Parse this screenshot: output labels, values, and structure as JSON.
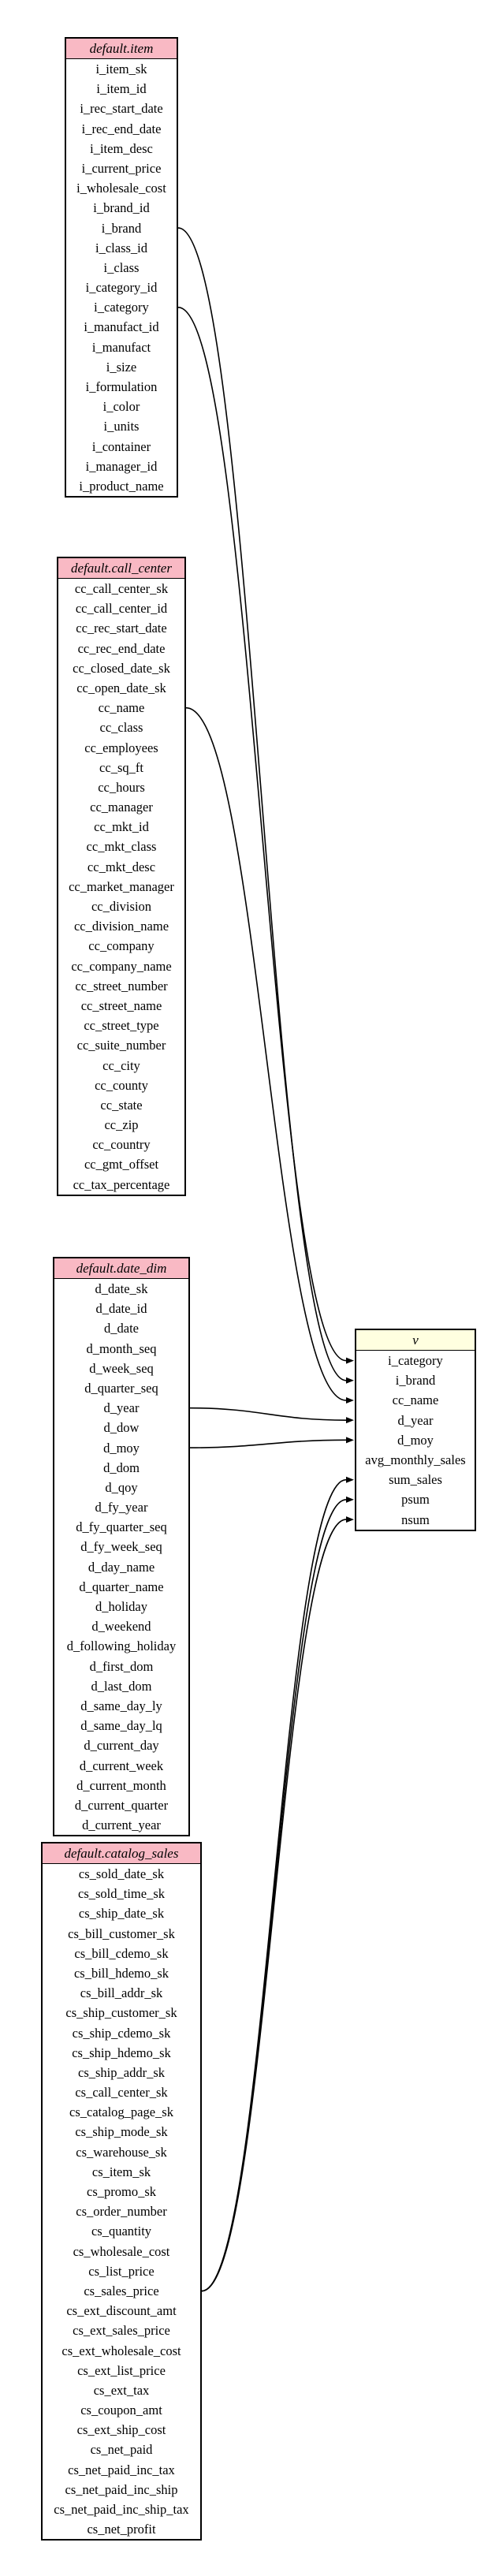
{
  "tables": [
    {
      "id": "item",
      "title": "default.item",
      "color": "#f9b9c4",
      "columns": [
        "i_item_sk",
        "i_item_id",
        "i_rec_start_date",
        "i_rec_end_date",
        "i_item_desc",
        "i_current_price",
        "i_wholesale_cost",
        "i_brand_id",
        "i_brand",
        "i_class_id",
        "i_class",
        "i_category_id",
        "i_category",
        "i_manufact_id",
        "i_manufact",
        "i_size",
        "i_formulation",
        "i_color",
        "i_units",
        "i_container",
        "i_manager_id",
        "i_product_name"
      ]
    },
    {
      "id": "call_center",
      "title": "default.call_center",
      "color": "#f9b9c4",
      "columns": [
        "cc_call_center_sk",
        "cc_call_center_id",
        "cc_rec_start_date",
        "cc_rec_end_date",
        "cc_closed_date_sk",
        "cc_open_date_sk",
        "cc_name",
        "cc_class",
        "cc_employees",
        "cc_sq_ft",
        "cc_hours",
        "cc_manager",
        "cc_mkt_id",
        "cc_mkt_class",
        "cc_mkt_desc",
        "cc_market_manager",
        "cc_division",
        "cc_division_name",
        "cc_company",
        "cc_company_name",
        "cc_street_number",
        "cc_street_name",
        "cc_street_type",
        "cc_suite_number",
        "cc_city",
        "cc_county",
        "cc_state",
        "cc_zip",
        "cc_country",
        "cc_gmt_offset",
        "cc_tax_percentage"
      ]
    },
    {
      "id": "date_dim",
      "title": "default.date_dim",
      "color": "#f9b9c4",
      "columns": [
        "d_date_sk",
        "d_date_id",
        "d_date",
        "d_month_seq",
        "d_week_seq",
        "d_quarter_seq",
        "d_year",
        "d_dow",
        "d_moy",
        "d_dom",
        "d_qoy",
        "d_fy_year",
        "d_fy_quarter_seq",
        "d_fy_week_seq",
        "d_day_name",
        "d_quarter_name",
        "d_holiday",
        "d_weekend",
        "d_following_holiday",
        "d_first_dom",
        "d_last_dom",
        "d_same_day_ly",
        "d_same_day_lq",
        "d_current_day",
        "d_current_week",
        "d_current_month",
        "d_current_quarter",
        "d_current_year"
      ]
    },
    {
      "id": "catalog_sales",
      "title": "default.catalog_sales",
      "color": "#f9b9c4",
      "columns": [
        "cs_sold_date_sk",
        "cs_sold_time_sk",
        "cs_ship_date_sk",
        "cs_bill_customer_sk",
        "cs_bill_cdemo_sk",
        "cs_bill_hdemo_sk",
        "cs_bill_addr_sk",
        "cs_ship_customer_sk",
        "cs_ship_cdemo_sk",
        "cs_ship_hdemo_sk",
        "cs_ship_addr_sk",
        "cs_call_center_sk",
        "cs_catalog_page_sk",
        "cs_ship_mode_sk",
        "cs_warehouse_sk",
        "cs_item_sk",
        "cs_promo_sk",
        "cs_order_number",
        "cs_quantity",
        "cs_wholesale_cost",
        "cs_list_price",
        "cs_sales_price",
        "cs_ext_discount_amt",
        "cs_ext_sales_price",
        "cs_ext_wholesale_cost",
        "cs_ext_list_price",
        "cs_ext_tax",
        "cs_coupon_amt",
        "cs_ext_ship_cost",
        "cs_net_paid",
        "cs_net_paid_inc_tax",
        "cs_net_paid_inc_ship",
        "cs_net_paid_inc_ship_tax",
        "cs_net_profit"
      ]
    },
    {
      "id": "v",
      "title": "v",
      "color": "#ffffe0",
      "columns": [
        "i_category",
        "i_brand",
        "cc_name",
        "d_year",
        "d_moy",
        "avg_monthly_sales",
        "sum_sales",
        "psum",
        "nsum"
      ]
    }
  ],
  "edges": [
    {
      "from": "item.i_category",
      "to": "v.i_category"
    },
    {
      "from": "item.i_brand",
      "to": "v.i_brand"
    },
    {
      "from": "call_center.cc_name",
      "to": "v.cc_name"
    },
    {
      "from": "date_dim.d_year",
      "to": "v.d_year"
    },
    {
      "from": "date_dim.d_moy",
      "to": "v.d_moy"
    },
    {
      "from": "catalog_sales.cs_sales_price",
      "to": "v.sum_sales"
    },
    {
      "from": "catalog_sales.cs_sales_price",
      "to": "v.psum"
    },
    {
      "from": "catalog_sales.cs_sales_price",
      "to": "v.nsum"
    }
  ]
}
